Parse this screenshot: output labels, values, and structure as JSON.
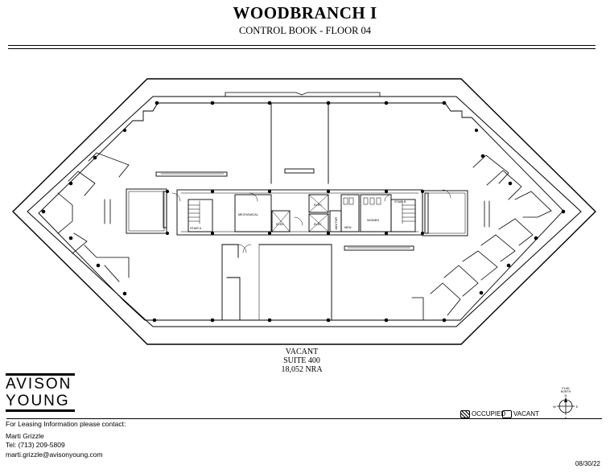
{
  "header": {
    "title": "WOODBRANCH I",
    "subtitle": "CONTROL BOOK - FLOOR 04"
  },
  "suite": {
    "status": "VACANT",
    "number": "SUITE 400",
    "area": "18,052 NRA"
  },
  "room_labels": {
    "stair_a": "STAIR A",
    "mechanical": "MECHANICAL",
    "elec_1": "ELEC",
    "elec_2": "ELEC",
    "elec_3": "ELEC",
    "janitor": "JANITOR",
    "men": "MEN",
    "women": "WOMEN",
    "stair_b": "STAIR B"
  },
  "logo": {
    "line1": "AVISON",
    "line2": "YOUNG"
  },
  "contact": {
    "heading": "For Leasing Information please contact:",
    "name": "Marti Grizzle",
    "phone": "Tel: (713) 209-5809",
    "email": "marti.grizzle@avisonyoung.com"
  },
  "legend": {
    "occupied": "OCCUPIED",
    "vacant": "VACANT"
  },
  "compass": {
    "label_line1": "PLAN",
    "label_line2": "NORTH",
    "n": "N",
    "s": "S",
    "e": "E",
    "w": "W"
  },
  "date": "08/30/22"
}
